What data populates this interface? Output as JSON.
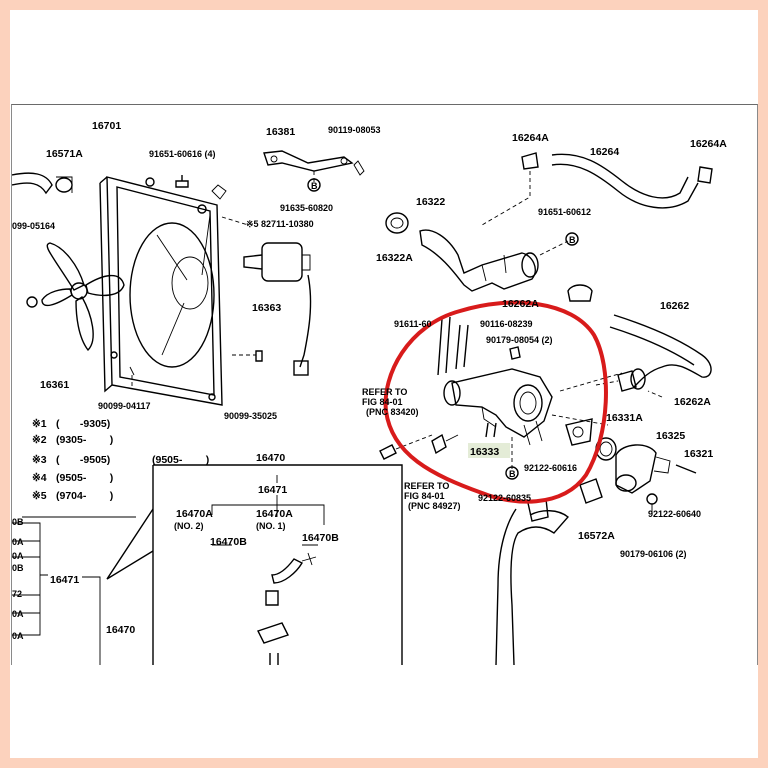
{
  "diagram": {
    "page_background": "#fcd2bd",
    "highlight_color": "#d81b1b",
    "selected_part": "16333",
    "parts": {
      "p16701": "16701",
      "p16571A": "16571A",
      "p91651_60616_4": "91651-60616 (4)",
      "p16381": "16381",
      "p90119_08053": "90119-08053",
      "p16264A_1": "16264A",
      "p16264": "16264",
      "p16264A_2": "16264A",
      "p099_05164": "099-05164",
      "p5_82711_10380": "※5 82711-10380",
      "p91635_60820": "91635-60820",
      "p16322": "16322",
      "p91651_60612": "91651-60612",
      "p16322A": "16322A",
      "p16363": "16363",
      "p16262A_1": "16262A",
      "p16262": "16262",
      "p91611_60": "91611-60",
      "p90116_08239": "90116-08239",
      "p90179_08054_2": "90179-08054 (2)",
      "p16361": "16361",
      "p90099_04117": "90099-04117",
      "p90099_35025": "90099-35025",
      "p16262A_2": "16262A",
      "p16331A": "16331A",
      "p16325": "16325",
      "p16321": "16321",
      "p16333": "16333",
      "p92122_60616": "92122-60616",
      "p92122_60835": "92122-60835",
      "p16470": "16470",
      "p16471": "16471",
      "p16470A_2": "16470A",
      "p16470A_2_note": "(NO. 2)",
      "p16470A_1": "16470A",
      "p16470A_1_note": "(NO. 1)",
      "p16470B_1": "16470B",
      "p16470B_2": "16470B",
      "p16572A": "16572A",
      "p92122_60640": "92122-60640",
      "p90179_06106_2": "90179-06106 (2)",
      "p16471_left": "16471",
      "p16470_left": "16470"
    },
    "refer_top": {
      "line1": "REFER TO",
      "line2": "FIG 84-01",
      "line3": "(PNC 83420)"
    },
    "refer_bottom": {
      "line1": "REFER TO",
      "line2": "FIG 84-01",
      "line3": "(PNC 84927)"
    },
    "legend": [
      {
        "mark": "※1",
        "range": "(       -9305)"
      },
      {
        "mark": "※2",
        "range": "(9305-        )"
      },
      {
        "mark": "※3",
        "range": "(       -9505)"
      },
      {
        "mark": "※4",
        "range": "(9505-        )"
      },
      {
        "mark": "※5",
        "range": "(9704-        )"
      }
    ],
    "legend_extra": "(9505-        )",
    "left_cutoff": [
      "0B",
      "0A",
      "0A",
      "0B",
      "72",
      "0A",
      "0A"
    ]
  }
}
